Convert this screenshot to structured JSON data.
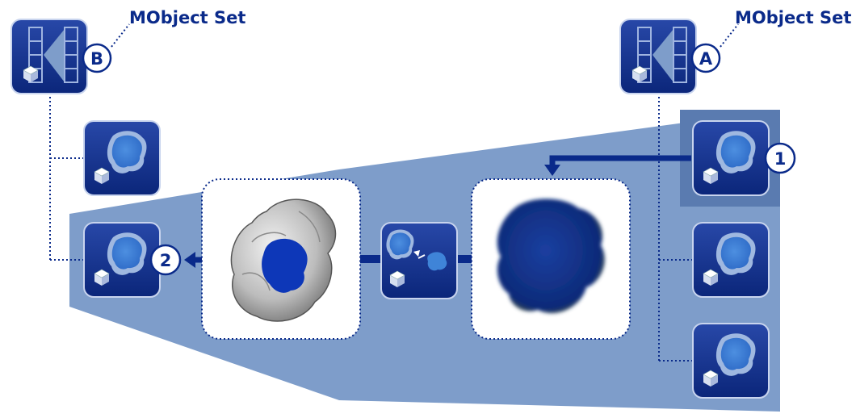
{
  "set_b": {
    "title": "MObject Set",
    "letter": "B"
  },
  "set_a": {
    "title": "MObject Set",
    "letter": "A"
  },
  "steps": {
    "one": "1",
    "two": "2"
  },
  "icons": {
    "set_icon": "mobject-set-icon",
    "mobject_icon": "mobject-blob-icon",
    "cube_icon": "cube-icon",
    "converter_icon": "mobject-conversion-icon"
  },
  "colors": {
    "tile_blue": "#0f2f8c",
    "panel_blue": "#7e9dca",
    "dark_panel": "#5a7bb0",
    "link_blue": "#0a2a8a",
    "badge_fill": "#ffffff"
  }
}
